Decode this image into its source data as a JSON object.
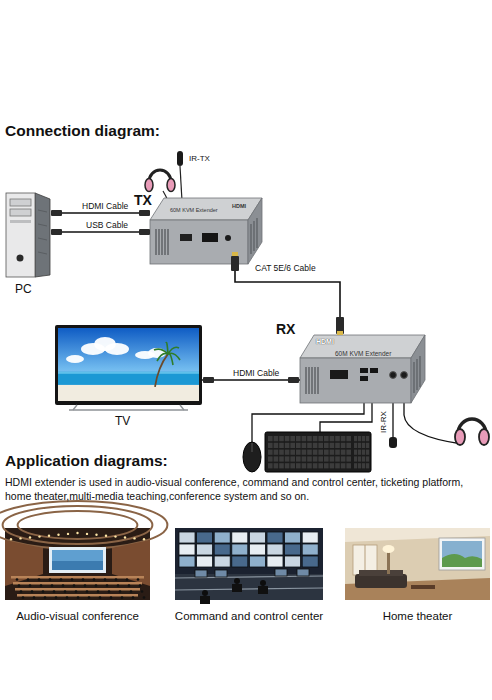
{
  "diagram": {
    "title": "Connection diagram:",
    "nodes": [
      {
        "text": [
          "PC"
        ]
      },
      {
        "text": [
          "TX"
        ]
      },
      {
        "text": [
          "RX"
        ]
      },
      {
        "text": [
          "TV"
        ]
      },
      {
        "text": [
          "Audio-visual conference"
        ]
      },
      {
        "text": [
          "Command and control center"
        ]
      },
      {
        "text": [
          "Home theater"
        ]
      }
    ],
    "edges": [
      {
        "from": 0,
        "to": 1,
        "label": "HDMI Cable",
        "arrow": "none"
      },
      {
        "from": 0,
        "to": 1,
        "label": "USB Cable",
        "arrow": "none"
      },
      {
        "from": 1,
        "to": 2,
        "label": "CAT 5E/6 Cable",
        "arrow": "none"
      },
      {
        "from": 3,
        "to": 2,
        "label": "HDMI Cable",
        "arrow": "none"
      }
    ],
    "labels": [
      "IR-TX",
      "60M KVM Extender",
      "HDMI",
      "HDMI",
      "60M KVM Extender",
      "IR-RX",
      "Application diagrams:",
      "HDMI extender is used in audio-visual conference, command and control center, ticketing platform, home theater,multi-media teaching,conference system and so on."
    ]
  }
}
